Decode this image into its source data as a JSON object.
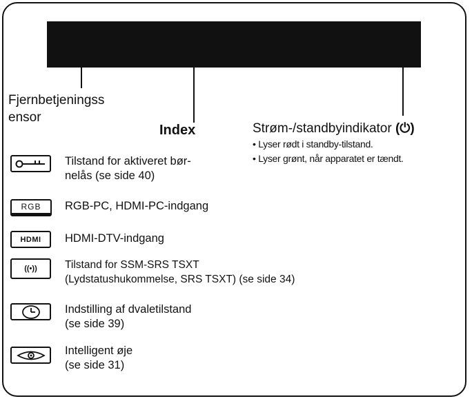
{
  "labels": {
    "sensor": [
      "Fjernbetjeningss",
      "ensor"
    ],
    "index": "Index",
    "power_indicator": "Strøm-/standbyindikator",
    "power_symbol": "(⏻)",
    "power_bullets": [
      "• Lyser rødt i standby-tilstand.",
      "• Lyser grønt, når apparatet er tændt."
    ]
  },
  "index_items": [
    {
      "icon": "key-lock-icon",
      "lines": [
        "Tilstand for aktiveret bør-",
        "nelås (se side 40)"
      ]
    },
    {
      "icon": "rgb-input-icon",
      "icon_text": "RGB",
      "lines": [
        "RGB-PC, HDMI-PC-indgang"
      ]
    },
    {
      "icon": "hdmi-input-icon",
      "icon_text": "HDMI",
      "lines": [
        "HDMI-DTV-indgang"
      ]
    },
    {
      "icon": "srs-sound-icon",
      "icon_text": "((•))",
      "lines": [
        "Tilstand for SSM-SRS TSXT",
        "(Lydstatushukommelse, SRS TSXT) (se side 34)"
      ]
    },
    {
      "icon": "clock-icon",
      "lines": [
        "Indstilling af dvaletilstand",
        "(se side 39)"
      ]
    },
    {
      "icon": "eye-icon",
      "lines": [
        "Intelligent øje",
        "(se side 31)"
      ]
    }
  ]
}
